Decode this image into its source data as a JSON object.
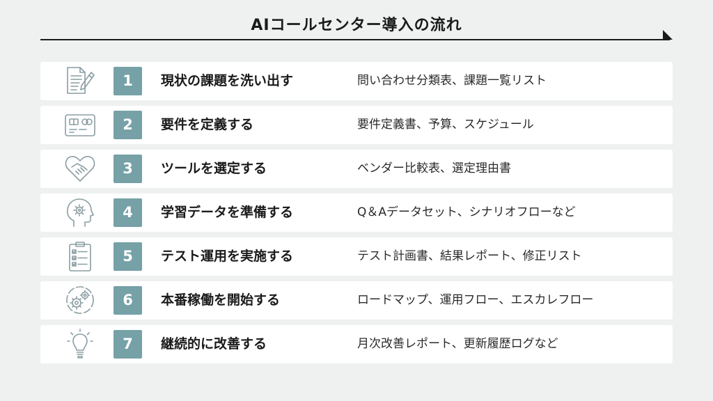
{
  "title": "AIコールセンター導入の流れ",
  "accent_color": "#75a1a7",
  "steps": [
    {
      "number": "1",
      "title": "現状の課題を洗い出す",
      "output": "問い合わせ分類表、課題一覧リスト",
      "icon": "document-pen-icon"
    },
    {
      "number": "2",
      "title": "要件を定義する",
      "output": "要件定義書、予算、スケジュール",
      "icon": "credit-card-icon"
    },
    {
      "number": "3",
      "title": "ツールを選定する",
      "output": "ベンダー比較表、選定理由書",
      "icon": "handshake-heart-icon"
    },
    {
      "number": "4",
      "title": "学習データを準備する",
      "output": "Q＆Aデータセット、シナリオフローなど",
      "icon": "brain-gear-icon"
    },
    {
      "number": "5",
      "title": "テスト運用を実施する",
      "output": "テスト計画書、結果レポート、修正リスト",
      "icon": "checklist-clipboard-icon"
    },
    {
      "number": "6",
      "title": "本番稼働を開始する",
      "output": "ロードマップ、運用フロー、エスカレフロー",
      "icon": "gears-icon"
    },
    {
      "number": "7",
      "title": "継続的に改善する",
      "output": "月次改善レポート、更新履歴ログなど",
      "icon": "lightbulb-icon"
    }
  ]
}
